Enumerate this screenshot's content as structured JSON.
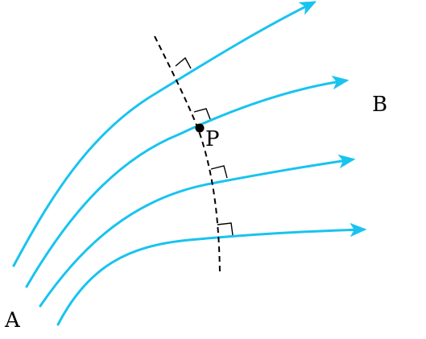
{
  "labels": {
    "point": "P",
    "region_a": "A",
    "region_b": "B"
  },
  "colors": {
    "field_line": "#19c3f0",
    "equipotential": "#000000",
    "marker": "#000000",
    "text": "#000000"
  }
}
